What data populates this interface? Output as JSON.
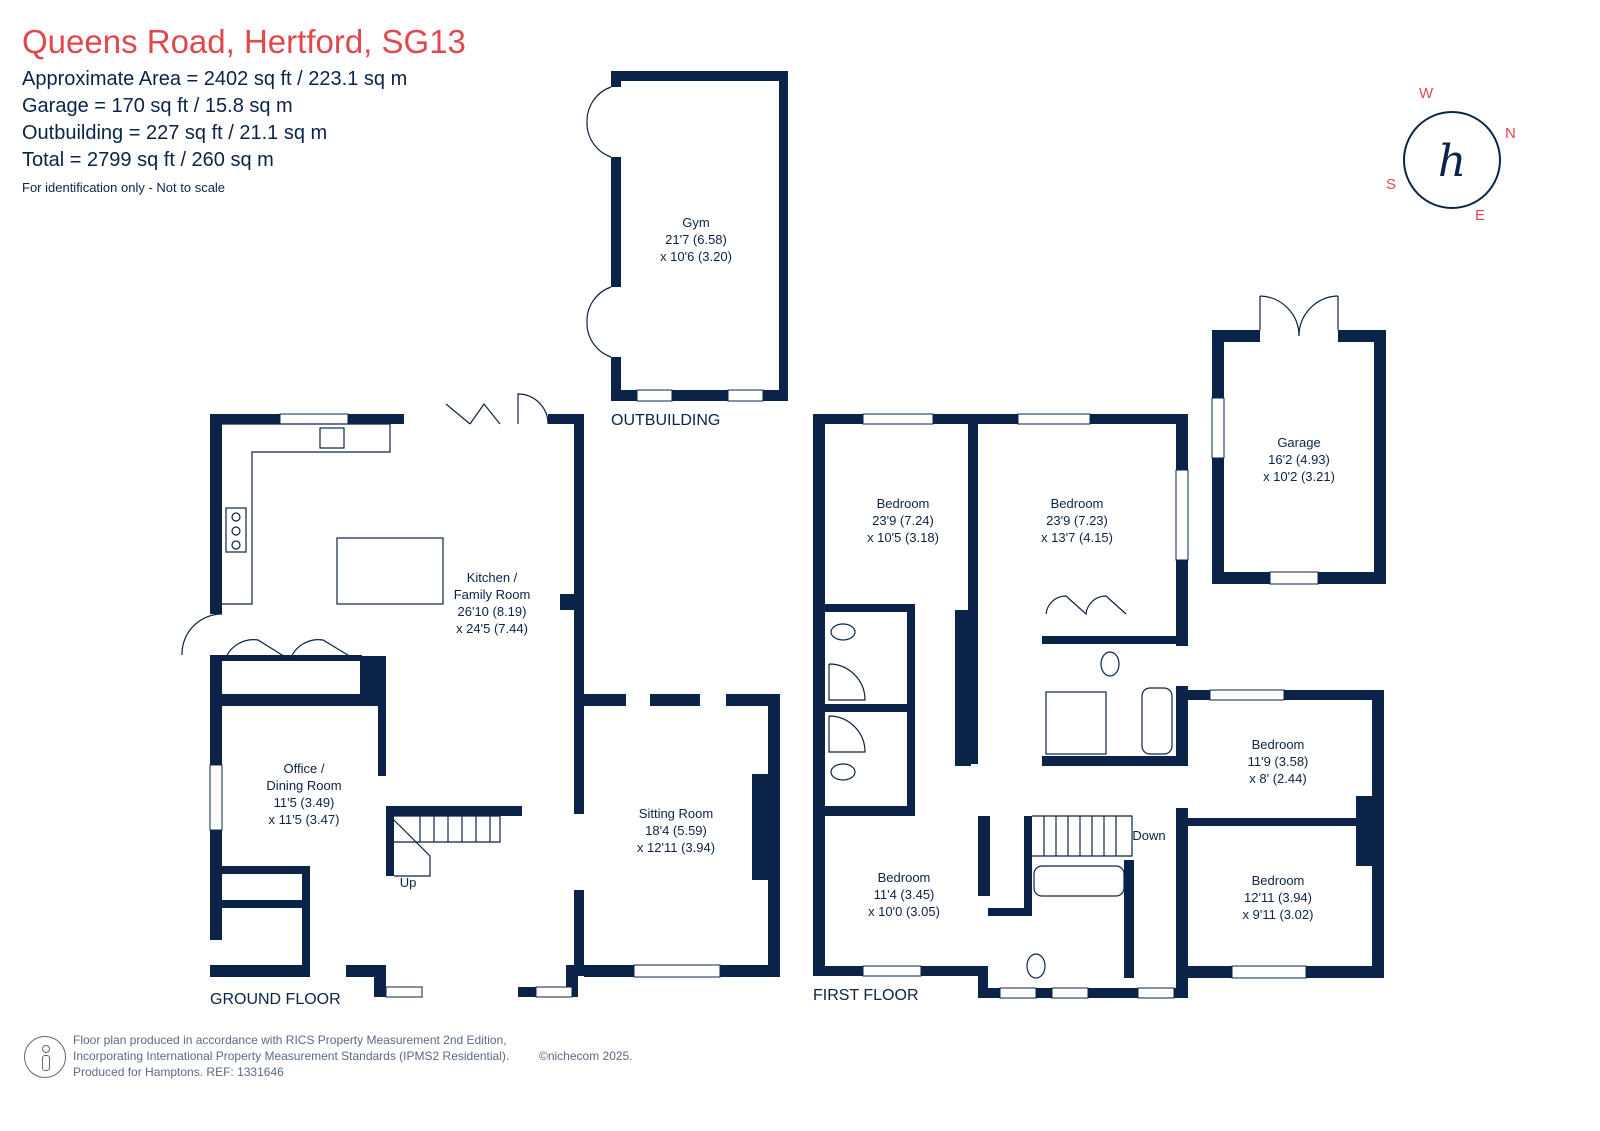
{
  "header": {
    "title": "Queens Road, Hertford, SG13",
    "stats": [
      "Approximate Area = 2402 sq ft / 223.1 sq m",
      "Garage = 170 sq ft / 15.8 sq m",
      "Outbuilding = 227 sq ft / 21.1 sq m",
      "Total = 2799 sq ft / 260 sq m"
    ],
    "note": "For identification only - Not to scale"
  },
  "compass": {
    "n": "N",
    "e": "E",
    "s": "S",
    "w": "W",
    "logo": "h",
    "accent": "#e0484d"
  },
  "floors": {
    "ground": "GROUND FLOOR",
    "first": "FIRST FLOOR",
    "outbuilding": "OUTBUILDING"
  },
  "rooms": {
    "gym": [
      "Gym",
      "21'7 (6.58)",
      "x 10'6 (3.20)"
    ],
    "kitchen": [
      "Kitchen /",
      "Family Room",
      "26'10 (8.19)",
      "x 24'5 (7.44)"
    ],
    "office": [
      "Office /",
      "Dining Room",
      "11'5 (3.49)",
      "x 11'5 (3.47)"
    ],
    "sitting": [
      "Sitting Room",
      "18'4 (5.59)",
      "x 12'11 (3.94)"
    ],
    "garage": [
      "Garage",
      "16'2 (4.93)",
      "x 10'2 (3.21)"
    ],
    "bed1": [
      "Bedroom",
      "23'9 (7.24)",
      "x 10'5 (3.18)"
    ],
    "bed2": [
      "Bedroom",
      "23'9 (7.23)",
      "x 13'7 (4.15)"
    ],
    "bed3": [
      "Bedroom",
      "11'9 (3.58)",
      "x 8' (2.44)"
    ],
    "bed4": [
      "Bedroom",
      "11'4 (3.45)",
      "x 10'0 (3.05)"
    ],
    "bed5": [
      "Bedroom",
      "12'11 (3.94)",
      "x 9'11 (3.02)"
    ]
  },
  "stairs": {
    "up": "Up",
    "down": "Down"
  },
  "footer": {
    "lines": [
      "Floor plan produced in accordance with RICS Property Measurement 2nd Edition,",
      "Incorporating International Property Measurement Standards (IPMS2 Residential).",
      "Produced for Hamptons.  REF: 1331646"
    ],
    "copyright": "©nichecom 2025."
  },
  "colors": {
    "wall": "#0b2349",
    "title": "#e0484d",
    "footer": "#5a6a85"
  }
}
